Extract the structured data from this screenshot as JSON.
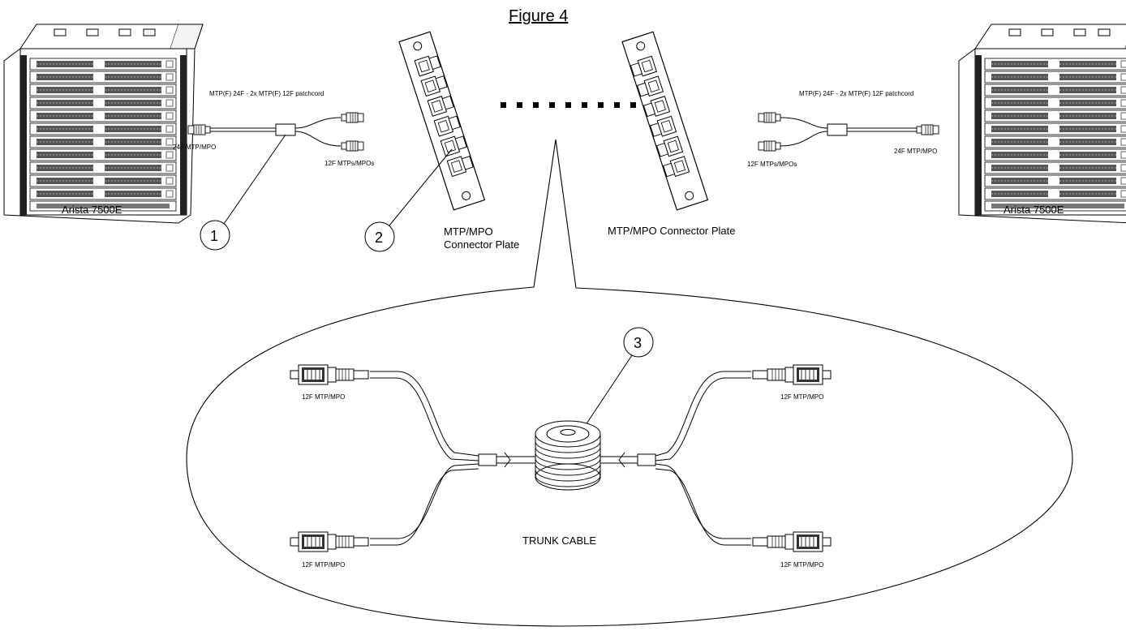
{
  "title": "Figure 4",
  "switch_left": {
    "label": "Arista 7500E"
  },
  "switch_right": {
    "label": "Arista 7500E"
  },
  "patchcord_left": {
    "title": "MTP(F) 24F - 2x MTP(F) 12F patchcord",
    "end_24f": "24F MTP/MPO",
    "end_12f": "12F MTPs/MPOs"
  },
  "patchcord_right": {
    "title": "MTP(F) 24F - 2x MTP(F) 12F patchcord",
    "end_24f": "24F MTP/MPO",
    "end_12f": "12F MTPs/MPOs"
  },
  "plate_left": {
    "label_line1": "MTP/MPO",
    "label_line2": "Connector Plate"
  },
  "plate_right": {
    "label": "MTP/MPO Connector Plate"
  },
  "callouts": [
    "1",
    "2",
    "3"
  ],
  "trunk": {
    "label": "TRUNK CABLE",
    "connector_labels": [
      "12F MTP/MPO",
      "12F MTP/MPO",
      "12F MTP/MPO",
      "12F MTP/MPO"
    ]
  }
}
